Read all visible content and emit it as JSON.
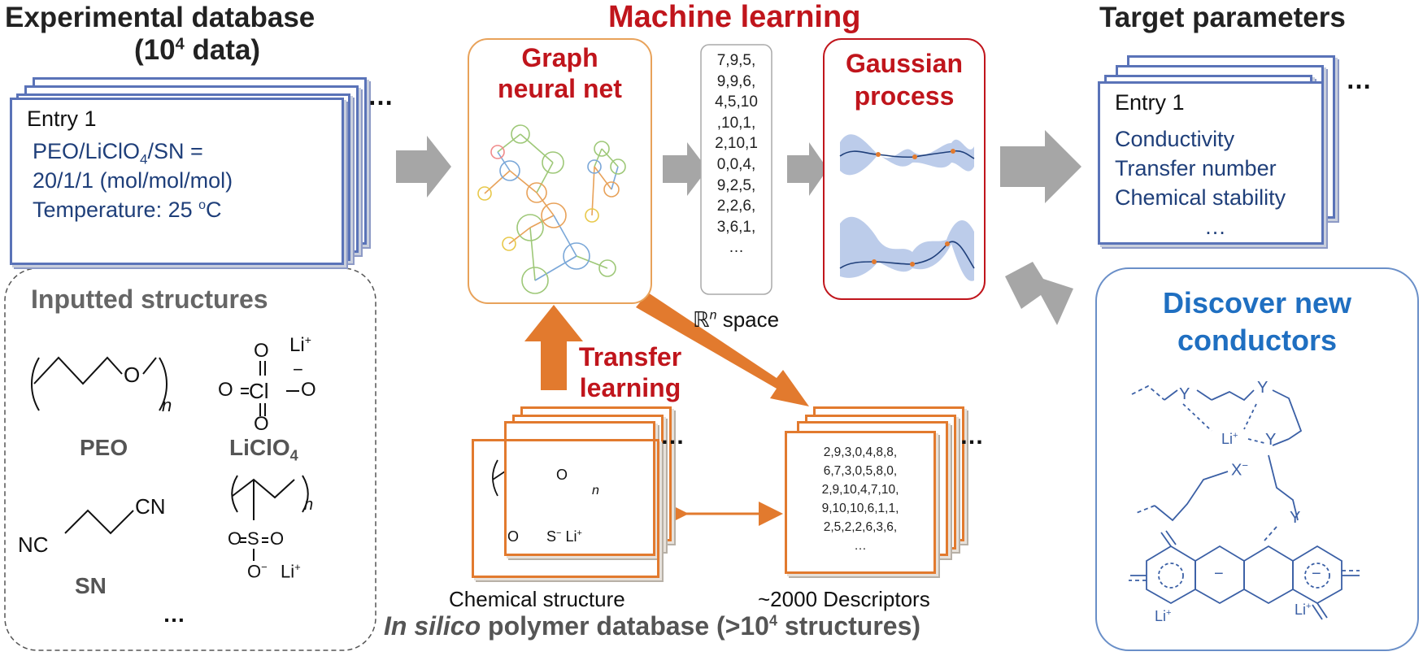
{
  "experimental": {
    "title": "Experimental database",
    "subtitle": "(10",
    "subtitle_sup": "4",
    "subtitle_tail": " data)",
    "entry_label": "Entry 1",
    "line1": "PEO/LiClO",
    "line1_sub": "4",
    "line1_tail": "/SN =",
    "line2": "20/1/1 (mol/mol/mol)",
    "line3": "Temperature: 25 ",
    "line3_sup": "o",
    "line3_tail": "C",
    "ellipsis": "…"
  },
  "structures": {
    "title": "Inputted structures",
    "peo": "PEO",
    "liclo4": "LiClO",
    "liclo4_sub": "4",
    "sn": "SN",
    "ellipsis": "…",
    "chem": {
      "o": "O",
      "n": "n",
      "li": "Li",
      "plus": "+",
      "minus": "−",
      "cl": "Cl",
      "nc": "NC",
      "cn": "CN",
      "s": "S",
      "o_eq_left": "O",
      "o_eq_right": "O",
      "o_top": "O",
      "o_bottom": "O",
      "o_minus": "O"
    }
  },
  "ml": {
    "title": "Machine learning",
    "gnn_title_1": "Graph",
    "gnn_title_2": "neural net",
    "vector": [
      "7,9,5,",
      "9,9,6,",
      "4,5,10",
      ",10,1,",
      "2,10,1",
      "0,0,4,",
      "9,2,5,",
      "2,2,6,",
      "3,6,1,",
      "…"
    ],
    "gp_title_1": "Gaussian",
    "gp_title_2": "process",
    "rn_label": "ℝ",
    "rn_sup": "n",
    "rn_tail": " space",
    "transfer_1": "Transfer",
    "transfer_2": "learning"
  },
  "insilico": {
    "chem_label": "Chemical structure",
    "desc_label": "~2000 Descriptors",
    "db_italic": "In silico",
    "db_rest": " polymer database (>10",
    "db_sup": "4",
    "db_tail": " structures)",
    "chem": {
      "o": "O",
      "n": "n",
      "s": "S",
      "li": "Li",
      "plus": "+",
      "minus": "−",
      "o_keto": "O"
    },
    "descriptors": [
      "2,9,3,0,4,8,8,",
      "6,7,3,0,5,8,0,",
      "2,9,10,4,7,10,",
      "9,10,10,6,1,1,",
      "2,5,2,2,6,3,6,",
      "…"
    ],
    "ellipsis": "…"
  },
  "target": {
    "title": "Target parameters",
    "entry_label": "Entry 1",
    "params": [
      "Conductivity",
      "Transfer number",
      "Chemical stability",
      "…"
    ],
    "ellipsis": "…"
  },
  "discover": {
    "title_1": "Discover new",
    "title_2": "conductors",
    "chem": {
      "y": "Y",
      "li": "Li",
      "plus": "+",
      "x": "X",
      "minus": "−"
    }
  },
  "colors": {
    "accent_red": "#c0151c",
    "orange": "#e27a2e",
    "blue_card": "#5a73b8",
    "discover_blue": "#1f6fc1",
    "gray_arrow": "#a6a6a6"
  }
}
